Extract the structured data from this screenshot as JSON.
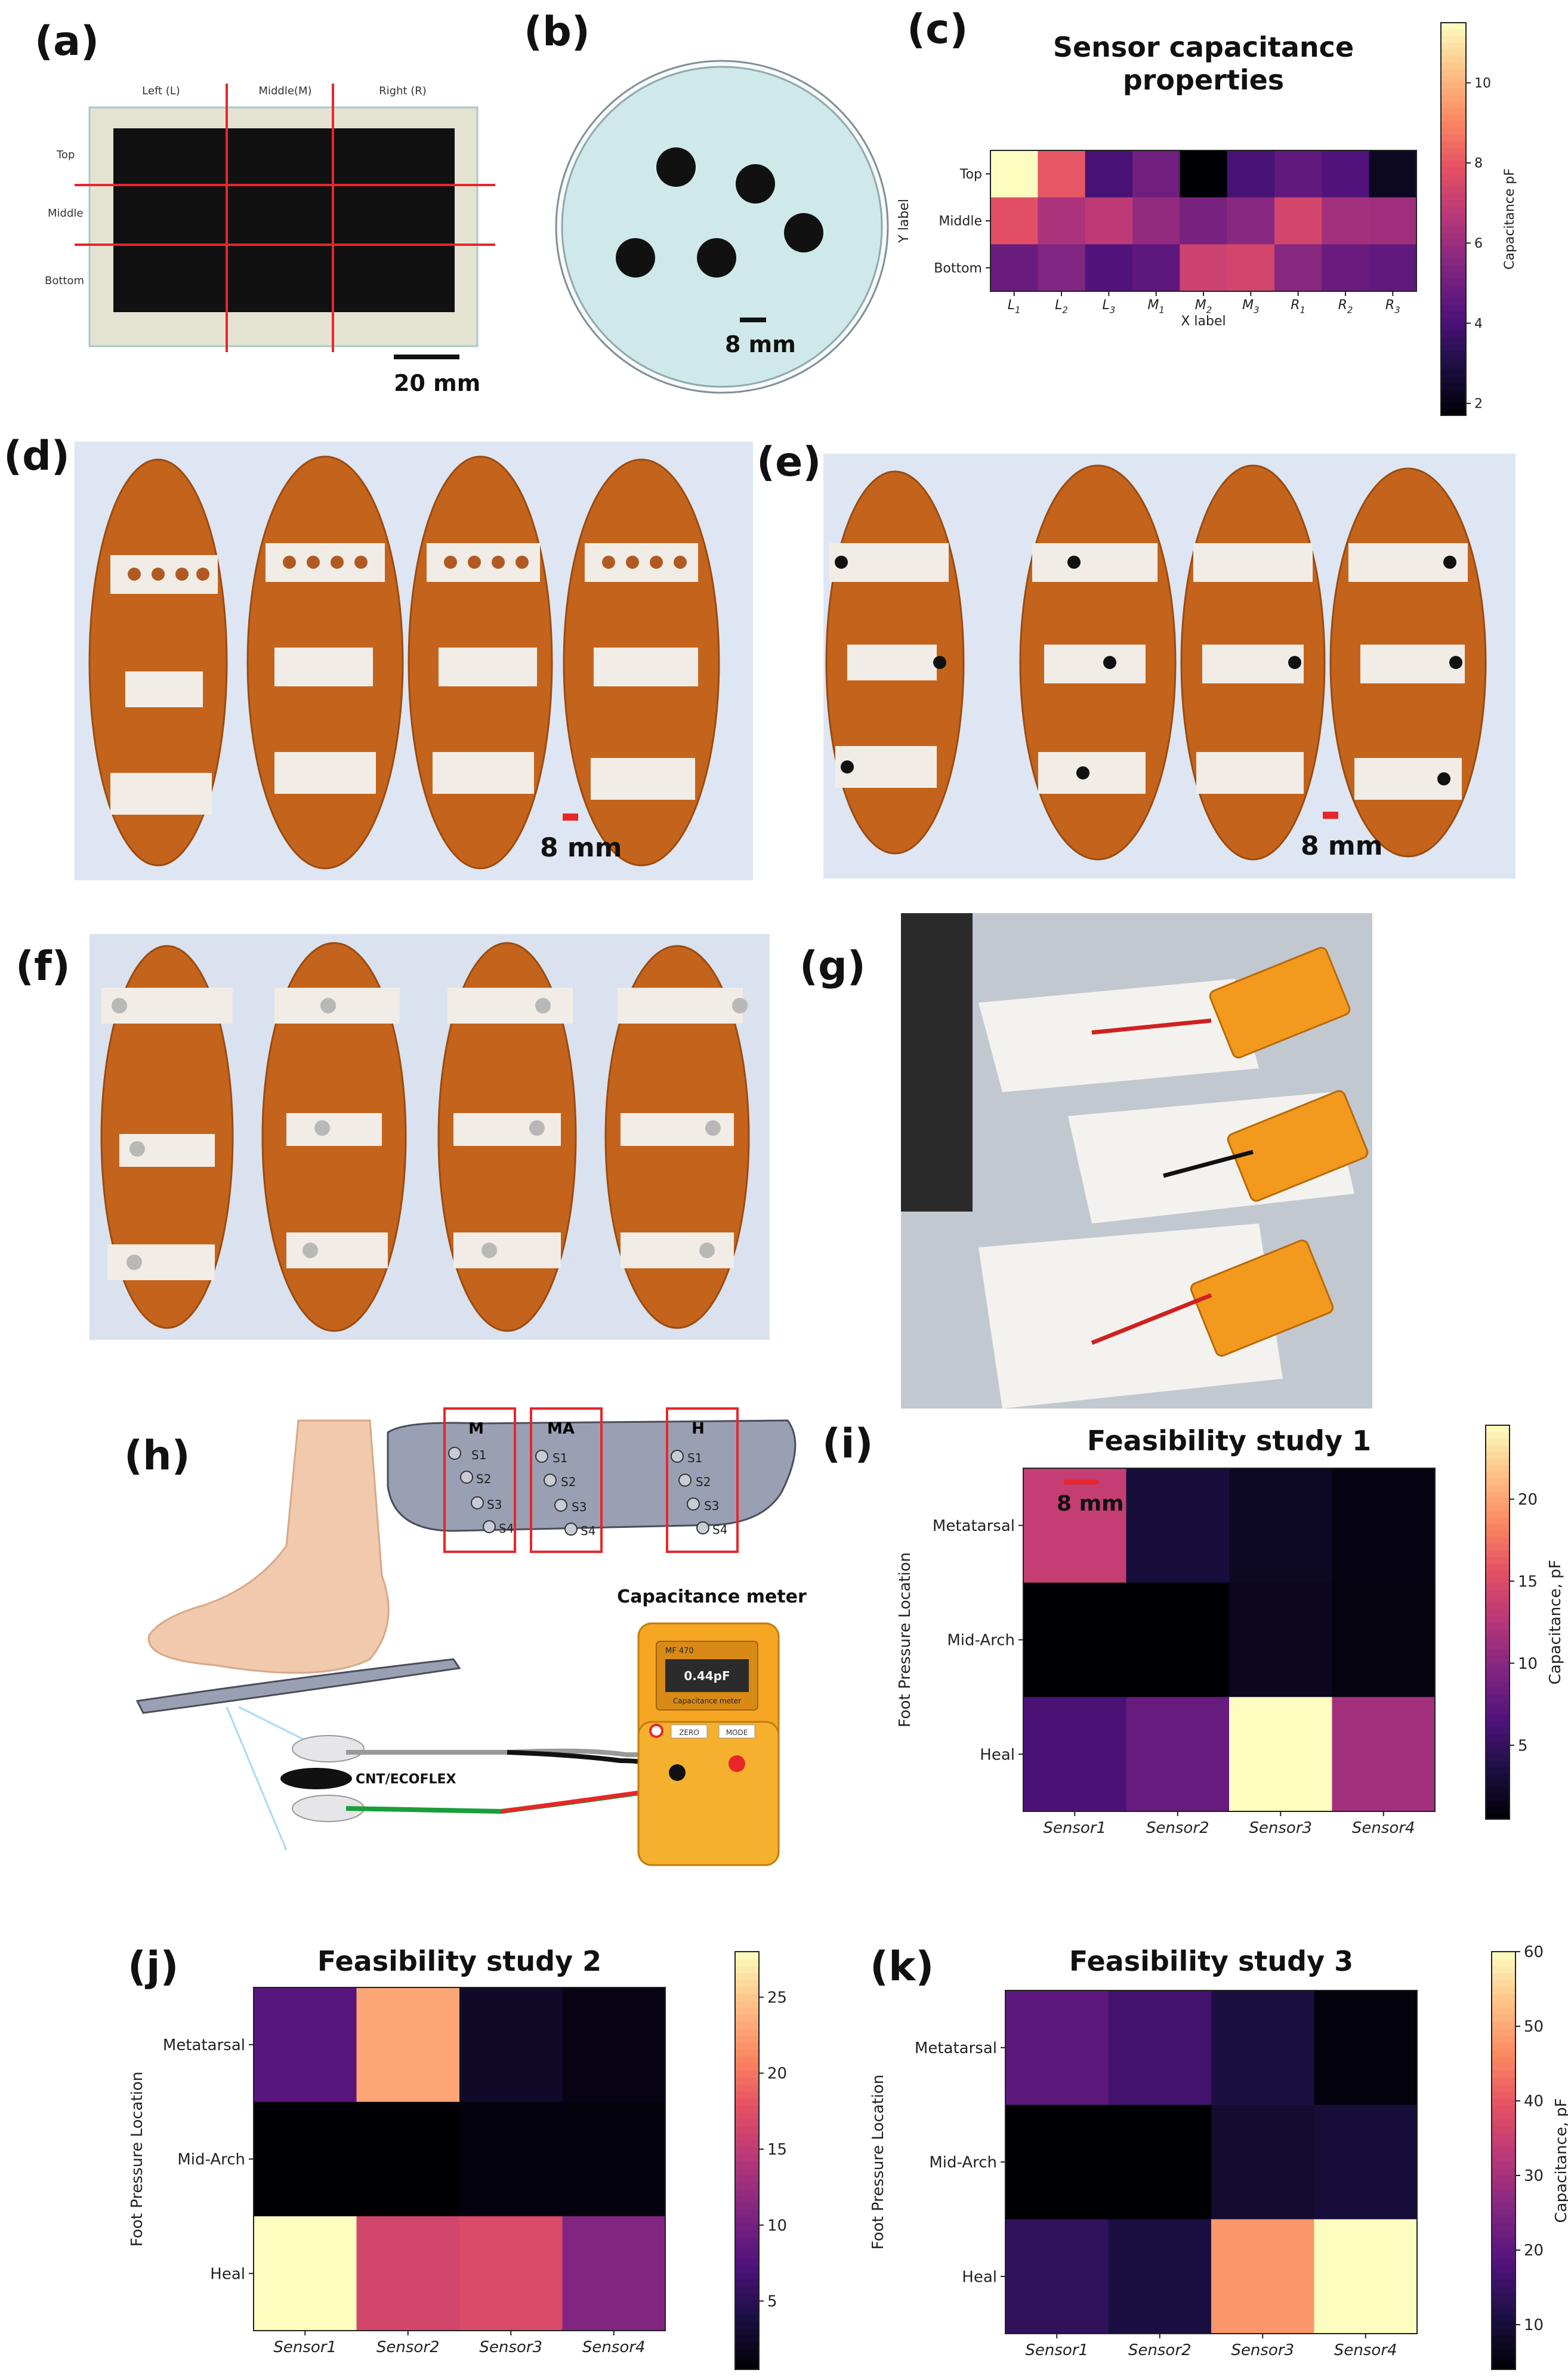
{
  "panel_labels": {
    "a": "(a)",
    "b": "(b)",
    "c": "(c)",
    "d": "(d)",
    "e": "(e)",
    "f": "(f)",
    "g": "(g)",
    "h": "(h)",
    "i": "(i)",
    "j": "(j)",
    "k": "(k)"
  },
  "panel_a": {
    "col_labels": [
      "Left (L)",
      "Middle(M)",
      "Right (R)"
    ],
    "row_labels": [
      "Top",
      "Middle",
      "Bottom"
    ],
    "scale": "20 mm"
  },
  "panel_b": {
    "scale": "8 mm"
  },
  "panel_d": {
    "scale": "8 mm"
  },
  "panel_e": {
    "scale": "8 mm"
  },
  "panel_h": {
    "zones": [
      "M",
      "MA",
      "H"
    ],
    "sensor_labels": [
      "S1",
      "S2",
      "S3",
      "S4"
    ],
    "meter_title": "Capacitance meter",
    "meter_model": "MF 470",
    "meter_reading": "0.44pF",
    "meter_caption": "Capacitance meter",
    "meter_btn_zero": "ZERO",
    "meter_btn_mode": "MODE",
    "material_label": "CNT/ECOFLEX"
  },
  "colors": {
    "grid_red": "#e8262a",
    "insole_orange": "#c8651a",
    "meter_orange": "#f5a623",
    "insole_gray": "#9aa0b4"
  },
  "chart_data": [
    {
      "id": "c",
      "type": "heatmap",
      "title": "Sensor capacitance properties",
      "xlabel": "X label",
      "ylabel": "Y label",
      "colorbar_label": "Capacitance pF",
      "x_ticks": [
        "L1",
        "L2",
        "L3",
        "M1",
        "M2",
        "M3",
        "R1",
        "R2",
        "R3"
      ],
      "y_ticks": [
        "Top",
        "Middle",
        "Bottom"
      ],
      "colorbar_ticks": [
        2,
        4,
        6,
        8,
        10
      ],
      "zlim": [
        1.7,
        11.5
      ],
      "values": [
        [
          11.5,
          8.0,
          4.0,
          5.0,
          1.7,
          4.0,
          4.6,
          4.2,
          2.3
        ],
        [
          7.8,
          6.4,
          6.8,
          5.8,
          5.2,
          5.6,
          7.4,
          6.2,
          6.1
        ],
        [
          4.8,
          5.4,
          4.2,
          4.5,
          7.2,
          7.4,
          5.6,
          4.8,
          4.6
        ]
      ]
    },
    {
      "id": "i",
      "type": "heatmap",
      "title": "Feasibility study 1",
      "ylabel": "Foot Pressure Location",
      "colorbar_label": "Capacitance, pF",
      "x_ticks": [
        "Sensor1",
        "Sensor2",
        "Sensor3",
        "Sensor4"
      ],
      "y_ticks": [
        "Metatarsal",
        "Mid-Arch",
        "Heal"
      ],
      "colorbar_ticks": [
        5,
        10,
        15,
        20
      ],
      "zlim": [
        0.5,
        24.5
      ],
      "annotation": "8 mm",
      "values": [
        [
          13.5,
          3.2,
          2.0,
          1.2
        ],
        [
          0.5,
          0.5,
          1.8,
          1.0
        ],
        [
          6.2,
          8.0,
          24.5,
          11.5
        ]
      ]
    },
    {
      "id": "j",
      "type": "heatmap",
      "title": "Feasibility study 2",
      "ylabel": "Foot Pressure Location",
      "colorbar_label": "Capacitance, pF",
      "x_ticks": [
        "Sensor1",
        "Sensor2",
        "Sensor3",
        "Sensor4"
      ],
      "y_ticks": [
        "Metatarsal",
        "Mid-Arch",
        "Heal"
      ],
      "colorbar_ticks": [
        5,
        10,
        15,
        20,
        25
      ],
      "zlim": [
        0.5,
        28
      ],
      "values": [
        [
          8.0,
          23.0,
          2.5,
          1.5
        ],
        [
          0.5,
          0.5,
          1.0,
          1.0
        ],
        [
          28.0,
          16.5,
          17.0,
          11.0
        ]
      ]
    },
    {
      "id": "k",
      "type": "heatmap",
      "title": "Feasibility study 3",
      "ylabel": "Foot Pressure Location",
      "colorbar_label": "Capacitance, pF",
      "x_ticks": [
        "Sensor1",
        "Sensor2",
        "Sensor3",
        "Sensor4"
      ],
      "y_ticks": [
        "Metatarsal",
        "Mid-Arch",
        "Heal"
      ],
      "colorbar_ticks": [
        10,
        20,
        30,
        40,
        50,
        60
      ],
      "zlim": [
        4,
        60
      ],
      "values": [
        [
          20.0,
          16.5,
          11.0,
          5.0
        ],
        [
          4.0,
          4.0,
          9.0,
          10.0
        ],
        [
          14.0,
          11.0,
          48.0,
          60.0
        ]
      ]
    }
  ]
}
